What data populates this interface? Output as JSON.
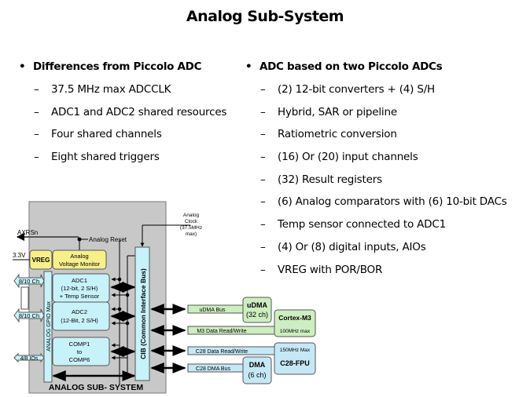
{
  "slide": {
    "title": "Analog Sub-System",
    "left": {
      "heading": "Differences from Piccolo  ADC",
      "items": [
        "37.5 MHz max ADCCLK",
        "ADC1 and ADC2 shared resources",
        "Four shared channels",
        "Eight shared triggers"
      ]
    },
    "right": {
      "heading": "ADC based on two Piccolo  ADCs",
      "items": [
        "(2) 12-bit converters + (4) S/H",
        "Hybrid, SAR or pipeline",
        "Ratiometric conversion",
        "(16) Or (20) input channels",
        "(32) Result registers",
        "(6) Analog comparators with (6) 10-bit DACs",
        "Temp  sensor connected  to ADC1",
        "(4) Or (8) digital inputs, AIOs",
        "VREG with POR/BOR"
      ]
    },
    "bullet_glyph": "•",
    "dash_glyph": "–"
  },
  "diagram": {
    "subsystem_label": "ANALOG SUB- SYSTEM",
    "axrsn": "AXRSn",
    "analog_reset": "Analog  Reset",
    "v33": "3.3V",
    "vreg": "VREG",
    "avm": [
      "Analog",
      "Voltage Monitor"
    ],
    "adc1": [
      "ADC1",
      "(12-bit, 2 S/H)",
      "+ Temp Sensor"
    ],
    "adc2": [
      "ADC2",
      "(12-Bit, 2 S/H)"
    ],
    "comp": [
      "COMP1",
      "to",
      "COMP6"
    ],
    "ch1": "8/10 Ch",
    "ch2": "8/10 Ch",
    "ios": "4/8 IOs",
    "mux": "ANALOG GPIO Mux",
    "cib": "CIB (Common Interface Bus)",
    "clock": [
      "Analog",
      "Clock",
      "(37.5MHz",
      "max)"
    ],
    "udma_bus": "uDMA Bus",
    "m3_bus": "M3 Data Read/Write",
    "c28_bus": "C28 Data Read/Write",
    "c28_dma_bus": "C28 DMA Bus",
    "udma": [
      "uDMA",
      "(32 ch)"
    ],
    "cortex": [
      "Cortex-M3",
      "100MHz  max"
    ],
    "c28": [
      "150MHz  Max",
      "C28-FPU"
    ],
    "dma": [
      "DMA",
      "(6 ch)"
    ],
    "colors": {
      "subsystem_fill": "#c8c8c8",
      "yellow_fill": "#f7ef8c",
      "cyan_fill": "#c8f2fa",
      "green_fill": "#cdeec0",
      "blue_fill": "#c6e8f6"
    }
  }
}
